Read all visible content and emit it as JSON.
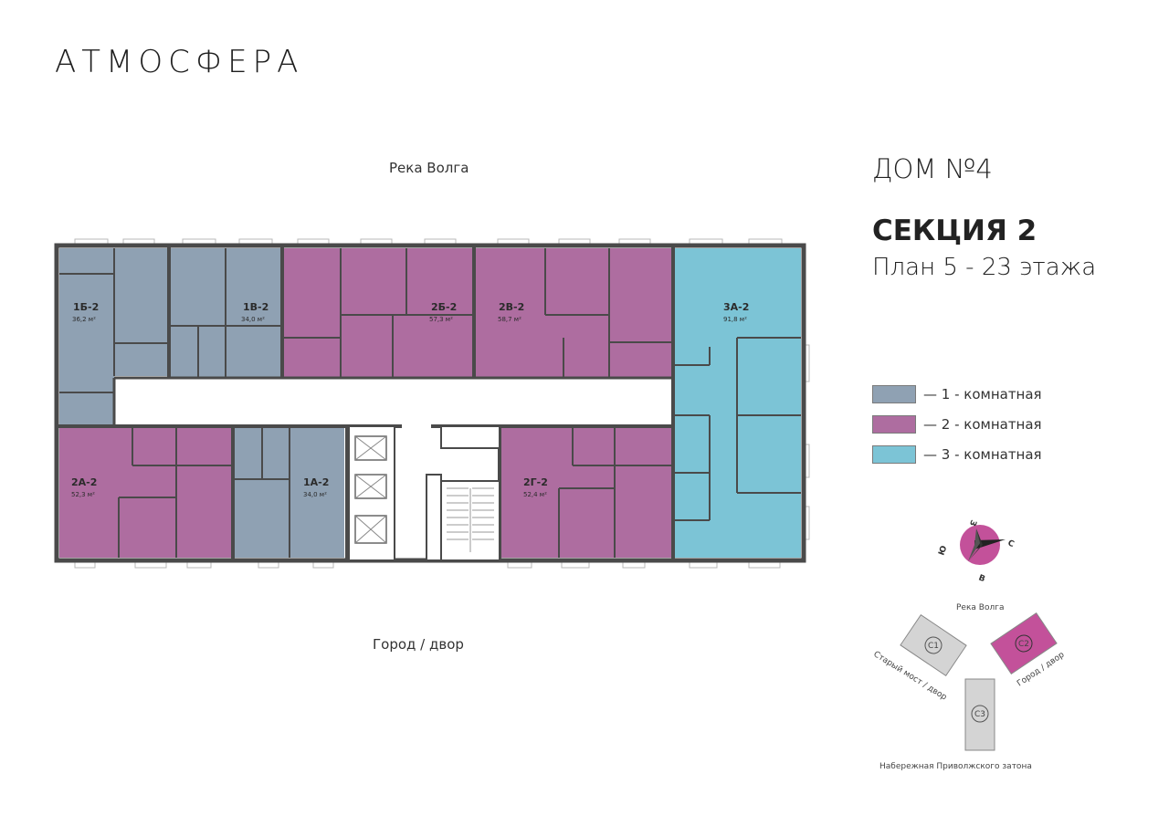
{
  "logo": "АТМОСФЕРА",
  "orientation": {
    "top": "Река Волга",
    "bottom": "Город / двор"
  },
  "building": {
    "house": "ДОМ №4",
    "section": "СЕКЦИЯ 2",
    "plan": "План 5 - 23 этажа"
  },
  "legend": [
    {
      "label": "— 1 - комнатная",
      "color": "#8fa1b3"
    },
    {
      "label": "— 2 - комнатная",
      "color": "#ae6da0"
    },
    {
      "label": "— 3 - комнатная",
      "color": "#7cc4d6"
    }
  ],
  "apartments": [
    {
      "code": "1Б-2",
      "area": "36,2 м²"
    },
    {
      "code": "1В-2",
      "area": "34,0 м²"
    },
    {
      "code": "2Б-2",
      "area": "57,3 м²"
    },
    {
      "code": "2В-2",
      "area": "58,7 м²"
    },
    {
      "code": "3А-2",
      "area": "91,8 м²"
    },
    {
      "code": "2А-2",
      "area": "52,3 м²"
    },
    {
      "code": "1А-2",
      "area": "34,0 м²"
    },
    {
      "code": "2Г-2",
      "area": "52,4 м²"
    }
  ],
  "compass": {
    "north": "С",
    "south": "Ю",
    "east": "В",
    "west": "З"
  },
  "site_plan": {
    "top": "Река Волга",
    "left": "Старый мост / двор",
    "right": "Город / двор",
    "bottom": "Набережная Приволжского затона",
    "sections": [
      "С1",
      "С2",
      "С3"
    ]
  }
}
